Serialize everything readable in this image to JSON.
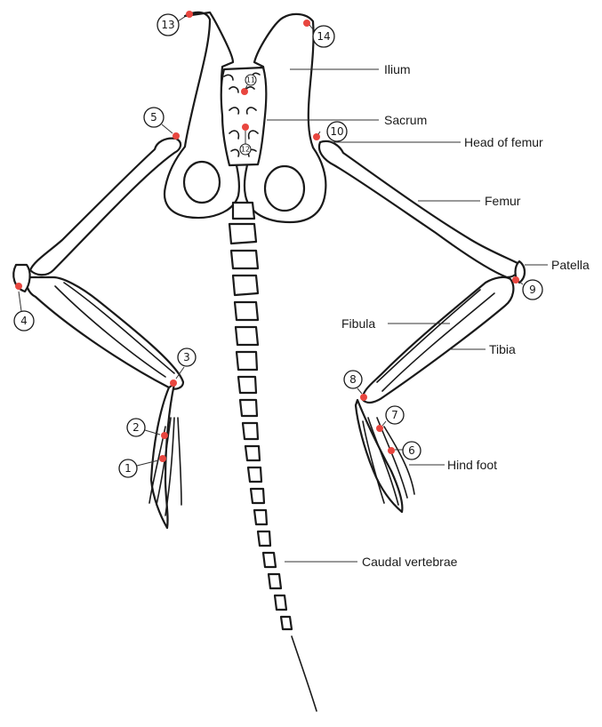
{
  "diagram": {
    "accent_color": "#e8463f",
    "labels": {
      "ilium": "Ilium",
      "sacrum": "Sacrum",
      "head_of_femur": "Head of femur",
      "femur": "Femur",
      "patella": "Patella",
      "fibula": "Fibula",
      "tibia": "Tibia",
      "hind_foot": "Hind foot",
      "caudal_vertebrae": "Caudal vertebrae"
    },
    "points": [
      "1",
      "2",
      "3",
      "4",
      "5",
      "6",
      "7",
      "8",
      "9",
      "10",
      "11",
      "12",
      "13",
      "14"
    ]
  }
}
